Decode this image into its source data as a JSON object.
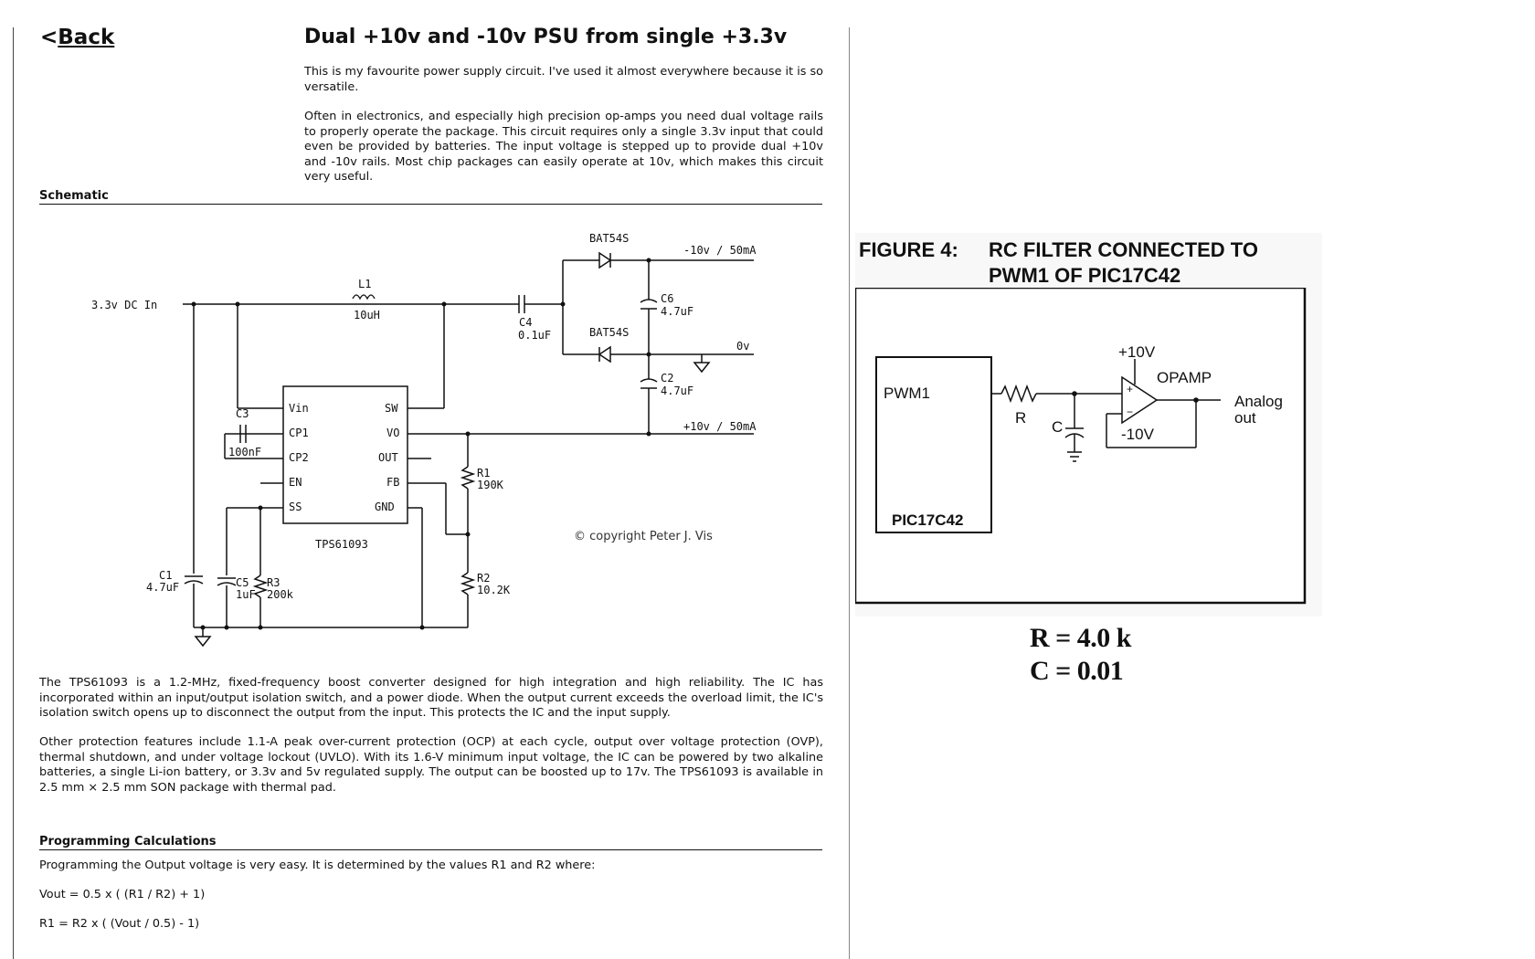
{
  "nav": {
    "back_arrow": "<",
    "back_label": "Back"
  },
  "page": {
    "title": "Dual +10v and -10v PSU from single +3.3v",
    "intro_1": "This is my favourite power supply circuit. I've used it almost everywhere because it is so versatile.",
    "intro_2": "Often in electronics, and especially high precision op-amps you need dual voltage rails to properly operate the package. This circuit requires only a single 3.3v input that could even be provided by batteries. The input voltage is stepped up to provide dual +10v and -10v rails. Most chip packages can easily operate at 10v, which makes this circuit very useful.",
    "section_schematic": "Schematic",
    "body_1": "The TPS61093 is a 1.2-MHz, fixed-frequency boost converter designed for high integration and high reliability. The IC has incorporated within an input/output isolation switch, and a power diode. When the output current exceeds the overload limit, the IC's isolation switch opens up to disconnect the output from the input. This protects the IC and the input supply.",
    "body_2": "Other protection features include 1.1-A peak over-current protection (OCP) at each cycle, output over voltage protection (OVP), thermal shutdown, and under voltage lockout (UVLO). With its 1.6-V minimum input voltage, the IC can be powered by two alkaline batteries, a single Li-ion battery, or 3.3v and 5v regulated supply. The output can be boosted up to 17v. The TPS61093 is available in 2.5 mm × 2.5 mm SON package with thermal pad.",
    "section_programming": "Programming Calculations",
    "prog_text": "Programming the Output voltage is very easy. It is determined by the values R1 and R2 where:",
    "formula_vout": "Vout = 0.5 x ( (R1 / R2) + 1)",
    "formula_r1": "R1 = R2 x ( (Vout / 0.5) - 1)"
  },
  "schematic": {
    "input": "3.3v DC In",
    "l1": "L1",
    "l1_val": "10uH",
    "c4": "C4",
    "c4_val": "0.1uF",
    "d1": "BAT54S",
    "d2": "BAT54S",
    "out_neg": "-10v / 50mA",
    "out_zero": "0v",
    "out_pos": "+10v / 50mA",
    "c6": "C6",
    "c6_val": "4.7uF",
    "c2": "C2",
    "c2_val": "4.7uF",
    "c3": "C3",
    "c3_val": "100nF",
    "ic": "TPS61093",
    "pins_left": [
      "Vin",
      "CP1",
      "CP2",
      "EN",
      "SS"
    ],
    "pins_right": [
      "SW",
      "VO",
      "OUT",
      "FB",
      "GND"
    ],
    "r1": "R1",
    "r1_val": "190K",
    "r2": "R2",
    "r2_val": "10.2K",
    "c1": "C1",
    "c1_val": "4.7uF",
    "c5": "C5",
    "c5_val": "1uF",
    "r3": "R3",
    "r3_val": "200k",
    "copyright": "© copyright Peter J. Vis"
  },
  "figure": {
    "caption_num": "FIGURE 4:",
    "caption_line1": "RC FILTER CONNECTED TO",
    "caption_line2": "PWM1 OF PIC17C42",
    "pwm": "PWM1",
    "chip": "PIC17C42",
    "r": "R",
    "c": "C",
    "vplus": "+10V",
    "vminus": "-10V",
    "opamp": "OPAMP",
    "out1": "Analog",
    "out2": "out",
    "plus": "+",
    "minus": "−"
  },
  "values": {
    "r_value": "R = 4.0 k",
    "c_value": "C = 0.01"
  }
}
